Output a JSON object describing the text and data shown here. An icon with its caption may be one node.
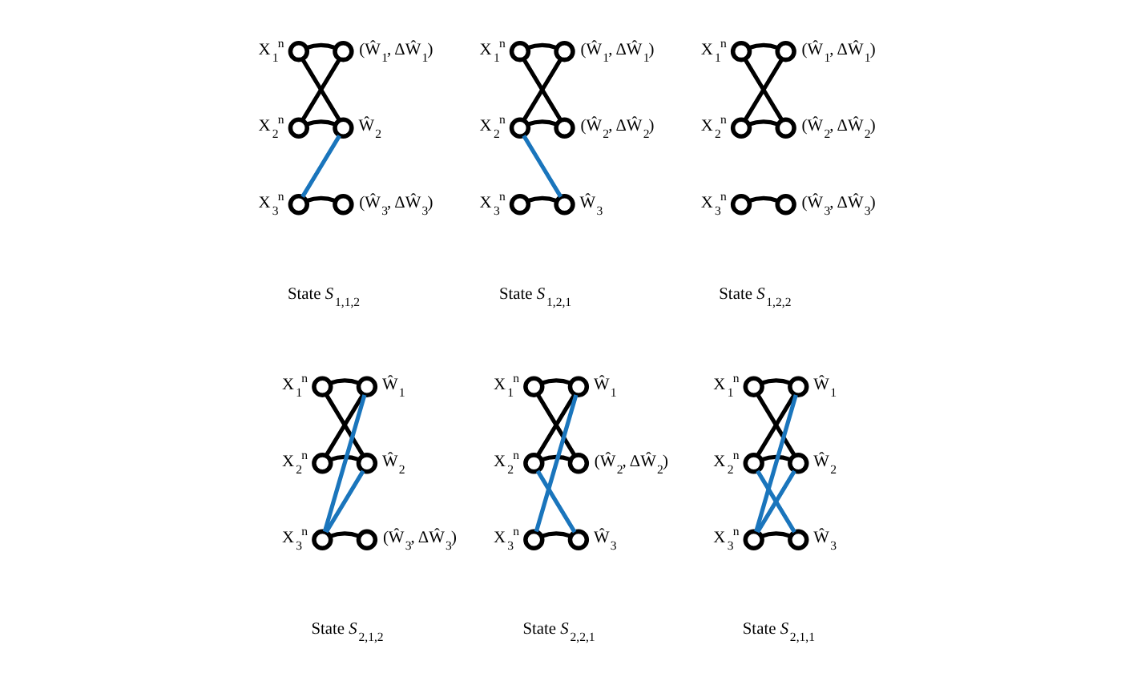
{
  "diagram": {
    "nodes": [
      {
        "text": [],
        "shape": "circle",
        "beside": [
          "X$_{1}$$^{n}$"
        ]
      },
      {
        "text": [],
        "shape": "circle",
        "beside": [
          "(Ŵ$_{1}$, ΔŴ$_{1}$)"
        ]
      },
      {
        "text": [],
        "shape": "circle",
        "beside": [
          "X$_{2}$$^{n}$"
        ]
      },
      {
        "text": [],
        "shape": "circle",
        "beside": [
          "Ŵ$_{2}$"
        ]
      },
      {
        "text": [],
        "shape": "circle",
        "beside": [
          "X$_{3}$$^{n}$"
        ]
      },
      {
        "text": [],
        "shape": "circle",
        "beside": [
          "(Ŵ$_{3}$, ΔŴ$_{3}$)"
        ]
      },
      {
        "text": [],
        "shape": "circle",
        "beside": [
          "X$_{1}$$^{n}$"
        ]
      },
      {
        "text": [],
        "shape": "circle",
        "beside": [
          "(Ŵ$_{1}$, ΔŴ$_{1}$)"
        ]
      },
      {
        "text": [],
        "shape": "circle",
        "beside": [
          "X$_{2}$$^{n}$"
        ]
      },
      {
        "text": [],
        "shape": "circle",
        "beside": [
          "(Ŵ$_{2}$, ΔŴ$_{2}$)"
        ]
      },
      {
        "text": [],
        "shape": "circle",
        "beside": [
          "X$_{3}$$^{n}$"
        ]
      },
      {
        "text": [],
        "shape": "circle",
        "beside": [
          "Ŵ$_{3}$"
        ]
      },
      {
        "text": [],
        "shape": "circle",
        "beside": [
          "X$_{1}$$^{n}$"
        ]
      },
      {
        "text": [],
        "shape": "circle",
        "beside": [
          "(Ŵ$_{1}$, ΔŴ$_{1}$)"
        ]
      },
      {
        "text": [],
        "shape": "circle",
        "beside": [
          "X$_{2}$$^{n}$"
        ]
      },
      {
        "text": [],
        "shape": "circle",
        "beside": [
          "(Ŵ$_{2}$, ΔŴ$_{2}$)"
        ]
      },
      {
        "text": [],
        "shape": "circle",
        "beside": [
          "X$_{3}$$^{n}$"
        ]
      },
      {
        "text": [],
        "shape": "circle",
        "beside": [
          "(Ŵ$_{3}$, ΔŴ$_{3}$)"
        ]
      },
      {
        "text": [],
        "shape": "circle",
        "beside": [
          "X$_{1}$$^{n}$"
        ]
      },
      {
        "text": [],
        "shape": "circle",
        "beside": [
          "Ŵ$_{1}$"
        ]
      },
      {
        "text": [],
        "shape": "circle",
        "beside": [
          "X$_{2}$$^{n}$"
        ]
      },
      {
        "text": [],
        "shape": "circle",
        "beside": [
          "Ŵ$_{2}$"
        ]
      },
      {
        "text": [],
        "shape": "circle",
        "beside": [
          "X$_{3}$$^{n}$"
        ]
      },
      {
        "text": [],
        "shape": "circle",
        "beside": [
          "(Ŵ$_{3}$, ΔŴ$_{3}$)"
        ]
      },
      {
        "text": [],
        "shape": "circle",
        "beside": [
          "X$_{1}$$^{n}$"
        ]
      },
      {
        "text": [],
        "shape": "circle",
        "beside": [
          "Ŵ$_{1}$"
        ]
      },
      {
        "text": [],
        "shape": "circle",
        "beside": [
          "X$_{2}$$^{n}$"
        ]
      },
      {
        "text": [],
        "shape": "circle",
        "beside": [
          "(Ŵ$_{2}$, ΔŴ$_{2}$)"
        ]
      },
      {
        "text": [],
        "shape": "circle",
        "beside": [
          "X$_{3}$$^{n}$"
        ]
      },
      {
        "text": [],
        "shape": "circle",
        "beside": [
          "Ŵ$_{3}$"
        ]
      },
      {
        "text": [],
        "shape": "circle",
        "beside": [
          "X$_{1}$$^{n}$"
        ]
      },
      {
        "text": [],
        "shape": "circle",
        "beside": [
          "Ŵ$_{1}$"
        ]
      },
      {
        "text": [],
        "shape": "circle",
        "beside": [
          "X$_{2}$$^{n}$"
        ]
      },
      {
        "text": [],
        "shape": "circle",
        "beside": [
          "Ŵ$_{2}$"
        ]
      },
      {
        "text": [],
        "shape": "circle",
        "beside": [
          "X$_{3}$$^{n}$"
        ]
      },
      {
        "text": [],
        "shape": "circle",
        "beside": [
          "Ŵ$_{3}$"
        ]
      }
    ],
    "edges": [
      {
        "from": 0,
        "to": 1,
        "arrow": "none"
      },
      {
        "from": 0,
        "to": 3,
        "arrow": "none"
      },
      {
        "from": 2,
        "to": 1,
        "arrow": "none"
      },
      {
        "from": 2,
        "to": 3,
        "arrow": "none"
      },
      {
        "from": 4,
        "to": 3,
        "arrow": "none",
        "color": "#1a75bc"
      },
      {
        "from": 4,
        "to": 5,
        "arrow": "none"
      },
      {
        "from": 6,
        "to": 7,
        "arrow": "none"
      },
      {
        "from": 6,
        "to": 9,
        "arrow": "none"
      },
      {
        "from": 8,
        "to": 7,
        "arrow": "none"
      },
      {
        "from": 8,
        "to": 9,
        "arrow": "none"
      },
      {
        "from": 8,
        "to": 11,
        "arrow": "none",
        "color": "#1a75bc"
      },
      {
        "from": 10,
        "to": 11,
        "arrow": "none"
      },
      {
        "from": 12,
        "to": 13,
        "arrow": "none"
      },
      {
        "from": 12,
        "to": 15,
        "arrow": "none"
      },
      {
        "from": 14,
        "to": 13,
        "arrow": "none"
      },
      {
        "from": 14,
        "to": 15,
        "arrow": "none"
      },
      {
        "from": 16,
        "to": 17,
        "arrow": "none"
      },
      {
        "from": 18,
        "to": 19,
        "arrow": "none"
      },
      {
        "from": 18,
        "to": 21,
        "arrow": "none"
      },
      {
        "from": 20,
        "to": 19,
        "arrow": "none"
      },
      {
        "from": 20,
        "to": 21,
        "arrow": "none"
      },
      {
        "from": 22,
        "to": 19,
        "arrow": "none",
        "color": "#1a75bc"
      },
      {
        "from": 22,
        "to": 21,
        "arrow": "none",
        "color": "#1a75bc"
      },
      {
        "from": 22,
        "to": 23,
        "arrow": "none"
      },
      {
        "from": 24,
        "to": 25,
        "arrow": "none"
      },
      {
        "from": 24,
        "to": 27,
        "arrow": "none"
      },
      {
        "from": 26,
        "to": 25,
        "arrow": "none"
      },
      {
        "from": 26,
        "to": 27,
        "arrow": "none"
      },
      {
        "from": 28,
        "to": 25,
        "arrow": "none",
        "color": "#1a75bc"
      },
      {
        "from": 26,
        "to": 29,
        "arrow": "none",
        "color": "#1a75bc"
      },
      {
        "from": 28,
        "to": 29,
        "arrow": "none"
      },
      {
        "from": 30,
        "to": 31,
        "arrow": "none"
      },
      {
        "from": 30,
        "to": 33,
        "arrow": "none"
      },
      {
        "from": 32,
        "to": 31,
        "arrow": "none"
      },
      {
        "from": 32,
        "to": 33,
        "arrow": "none"
      },
      {
        "from": 34,
        "to": 31,
        "arrow": "none",
        "color": "#1a75bc"
      },
      {
        "from": 34,
        "to": 33,
        "arrow": "none",
        "color": "#1a75bc"
      },
      {
        "from": 32,
        "to": 35,
        "arrow": "none",
        "color": "#1a75bc"
      },
      {
        "from": 34,
        "to": 35,
        "arrow": "none"
      }
    ],
    "labels": [
      "State *S*$_{1,1,2}$",
      "State *S*$_{1,2,1}$",
      "State *S*$_{1,2,2}$",
      "State *S*$_{2,1,2}$",
      "State *S*$_{2,2,1}$",
      "State *S*$_{2,1,1}$"
    ]
  }
}
